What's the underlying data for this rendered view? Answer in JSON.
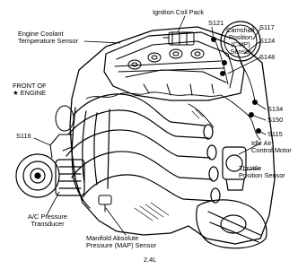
{
  "diagram": {
    "labels": {
      "engine_coolant": [
        "Engine Coolant",
        "Temperature Sensor"
      ],
      "ignition_coil": "Ignition Coil Pack",
      "s121": "S121",
      "s117": "S117",
      "s124": "S124",
      "s148": "S148",
      "cmp_sensor": [
        "Camshaft",
        "Position",
        "(CMP)",
        "Sensor"
      ],
      "front_of_engine": [
        "FRONT OF",
        "★ ENGINE"
      ],
      "s134": "S134",
      "s150": "S150",
      "s115": "S115",
      "s116": "S116",
      "iac_motor": [
        "Idle Air",
        "Control Motor"
      ],
      "tps": [
        "Throttle",
        "Position Sensor"
      ],
      "ac_pressure": [
        "A/C Pressure",
        "Transducer"
      ],
      "map_sensor": [
        "Manifold Absolute",
        "Pressure (MAP) Sensor"
      ],
      "engine_size": "2.4L"
    }
  }
}
